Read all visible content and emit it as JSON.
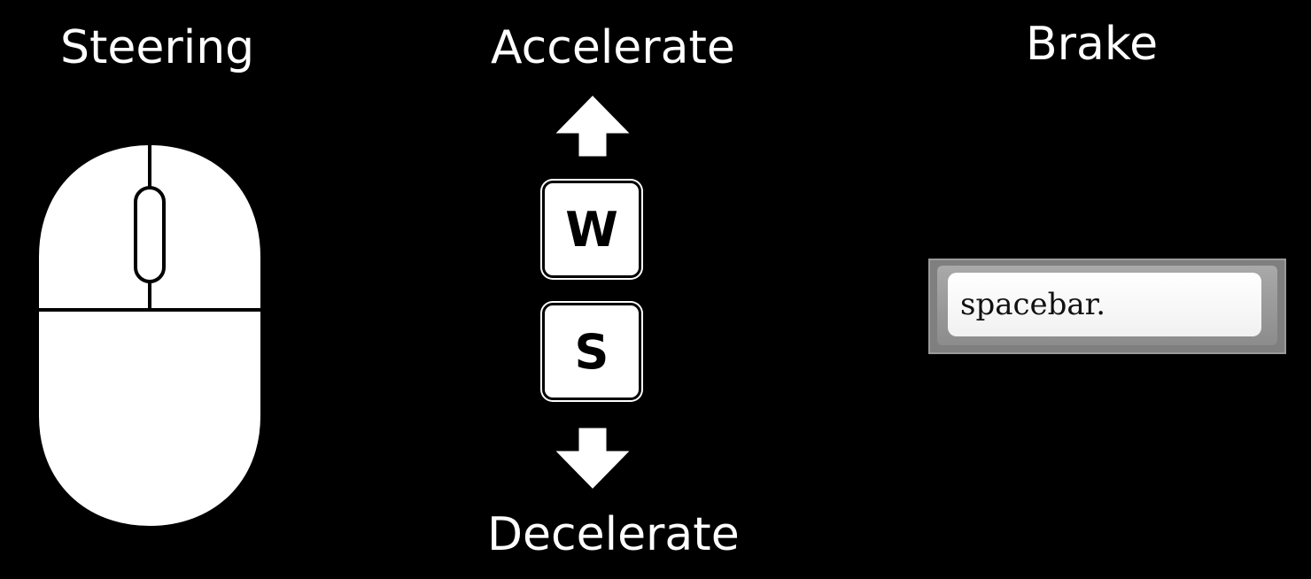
{
  "controls": {
    "steering": {
      "label": "Steering",
      "device_icon": "mouse-icon"
    },
    "accelerate": {
      "label": "Accelerate",
      "key": "W",
      "arrow_icon": "arrow-up-icon"
    },
    "decelerate": {
      "label": "Decelerate",
      "key": "S",
      "arrow_icon": "arrow-down-icon"
    },
    "brake": {
      "label": "Brake",
      "key": "spacebar."
    }
  },
  "colors": {
    "background": "#000000",
    "foreground": "#ffffff",
    "spacebar_frame": "#7f7f7f"
  }
}
